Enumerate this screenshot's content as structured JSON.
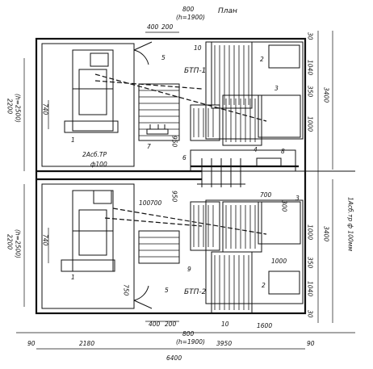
{
  "title": "План",
  "labels": {
    "btp1": "БТП-1",
    "btp2": "БТП-2",
    "pipe1": "2Асб.ТР",
    "pipe1_dia": "ф100",
    "pipe2": "1Асб.тр ф 100мм"
  },
  "markers": [
    "1",
    "1",
    "2",
    "2",
    "3",
    "3",
    "4",
    "5",
    "5",
    "6",
    "7",
    "8",
    "9",
    "10",
    "10"
  ],
  "dims": {
    "top_400": "400",
    "top_200": "200",
    "top_800": "800",
    "top_h1900": "(h=1900)",
    "bot_400": "400",
    "bot_200": "200",
    "bot_800": "800",
    "bot_h1900": "(h=1900)",
    "left_2200a": "2200",
    "left_h2500a": "(h=2500)",
    "left_740a": "740",
    "left_2200b": "2200",
    "left_h2500b": "(h=2500)",
    "left_740b": "740",
    "left_750": "750",
    "mid_950a": "950",
    "mid_950b": "950",
    "mid_100": "100",
    "mid_700": "700",
    "right_700": "700",
    "right_300": "300",
    "right_1000b": "1000",
    "r_30a": "30",
    "r_1040a": "1040",
    "r_350a": "350",
    "r_1000a": "1000",
    "r_3400a": "3400",
    "r_1000c": "1000",
    "r_350b": "350",
    "r_1040b": "1040",
    "r_30b": "30",
    "r_3400b": "3400",
    "bot_90a": "90",
    "bot_2180": "2180",
    "bot_3950": "3950",
    "bot_90b": "90",
    "bot_1600": "1600",
    "bot_6400": "6400"
  }
}
